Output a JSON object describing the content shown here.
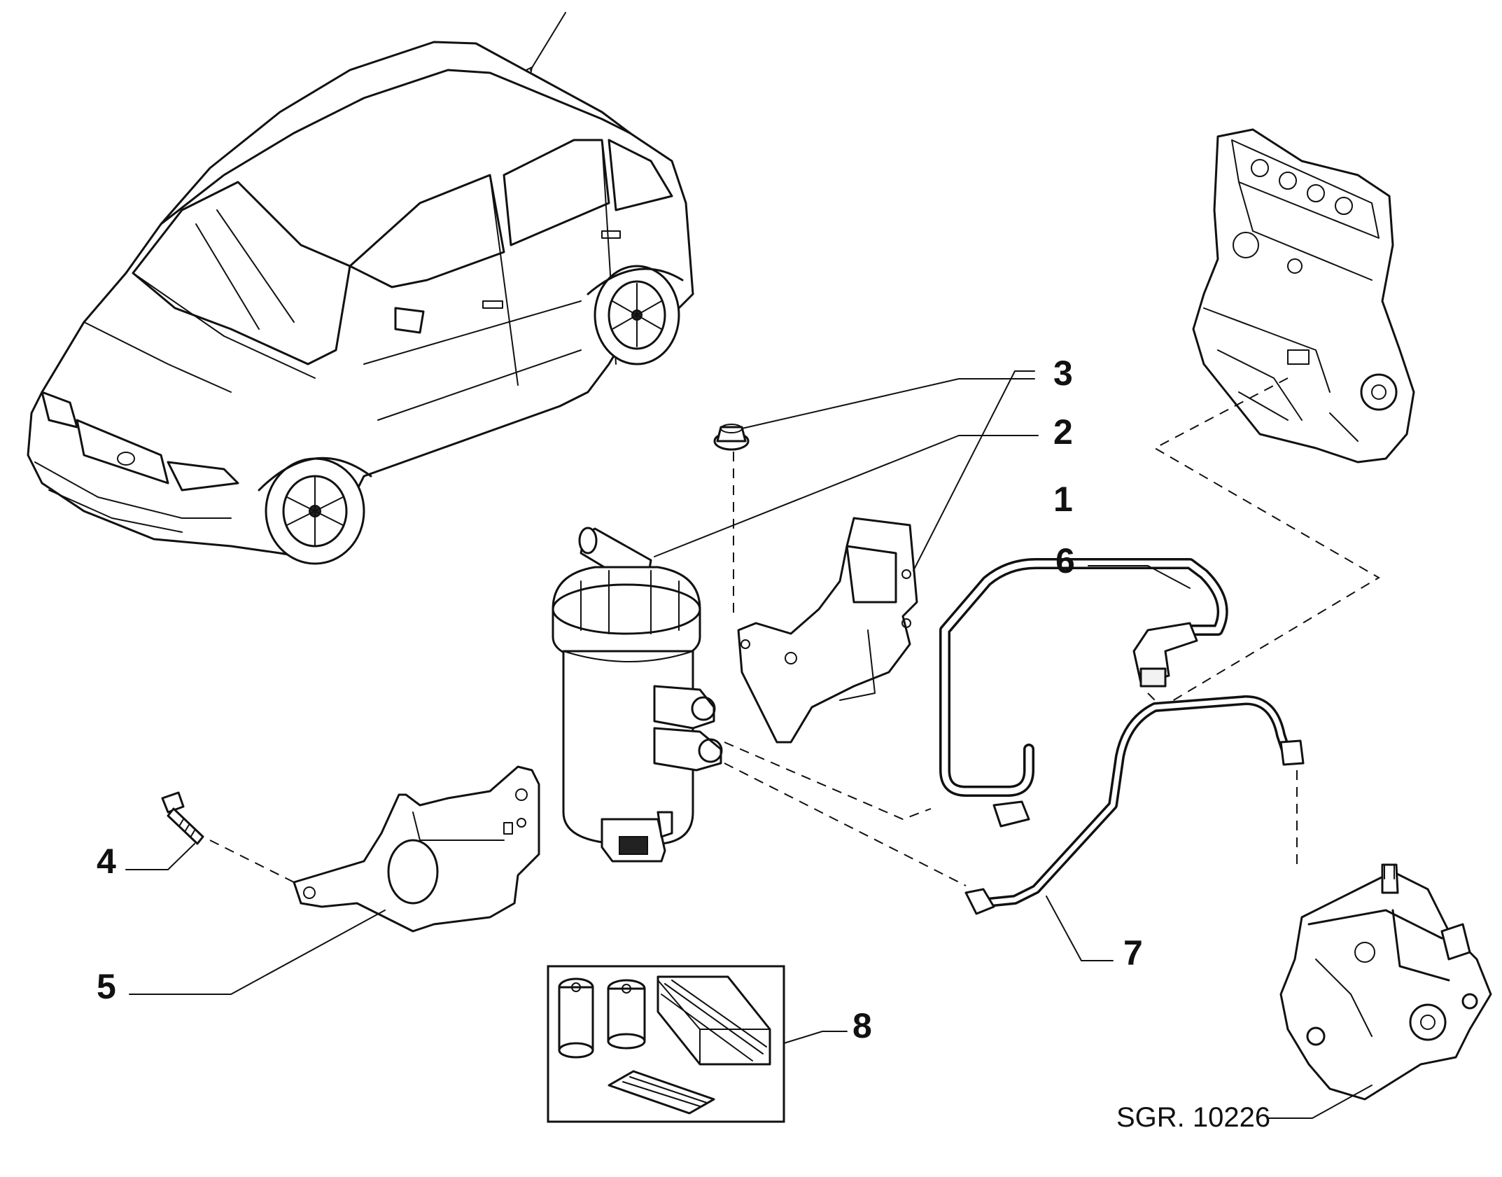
{
  "diagram": {
    "callouts": [
      {
        "id": "callout-1",
        "label": "1"
      },
      {
        "id": "callout-2",
        "label": "2"
      },
      {
        "id": "callout-3",
        "label": "3"
      },
      {
        "id": "callout-4",
        "label": "4"
      },
      {
        "id": "callout-5",
        "label": "5"
      },
      {
        "id": "callout-6",
        "label": "6"
      },
      {
        "id": "callout-7",
        "label": "7"
      },
      {
        "id": "callout-8",
        "label": "8"
      }
    ],
    "reference": "SGR. 10226"
  }
}
